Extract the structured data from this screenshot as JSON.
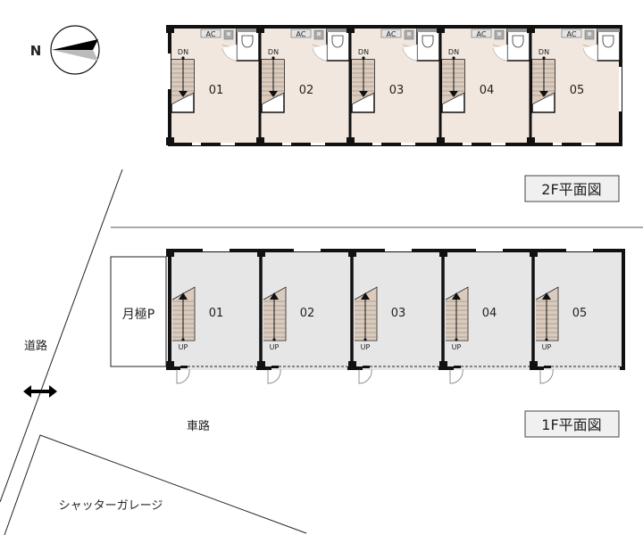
{
  "compass": {
    "north_label": "N"
  },
  "floor2": {
    "title": "2F平面図",
    "stair_label": "DN",
    "ac_label": "AC",
    "units": [
      "01",
      "02",
      "03",
      "04",
      "05"
    ]
  },
  "floor1": {
    "title": "1F平面図",
    "stair_label": "UP",
    "units": [
      "01",
      "02",
      "03",
      "04",
      "05"
    ]
  },
  "site": {
    "parking_label": "月極P",
    "road_label": "道路",
    "driveway_label": "車路",
    "garage_label": "シャッターガレージ"
  },
  "colors": {
    "floor2_fill": "#f1e7df",
    "floor1_fill": "#e6e6e6",
    "stair_fill": "#dccbbd",
    "wall": "#111111"
  }
}
